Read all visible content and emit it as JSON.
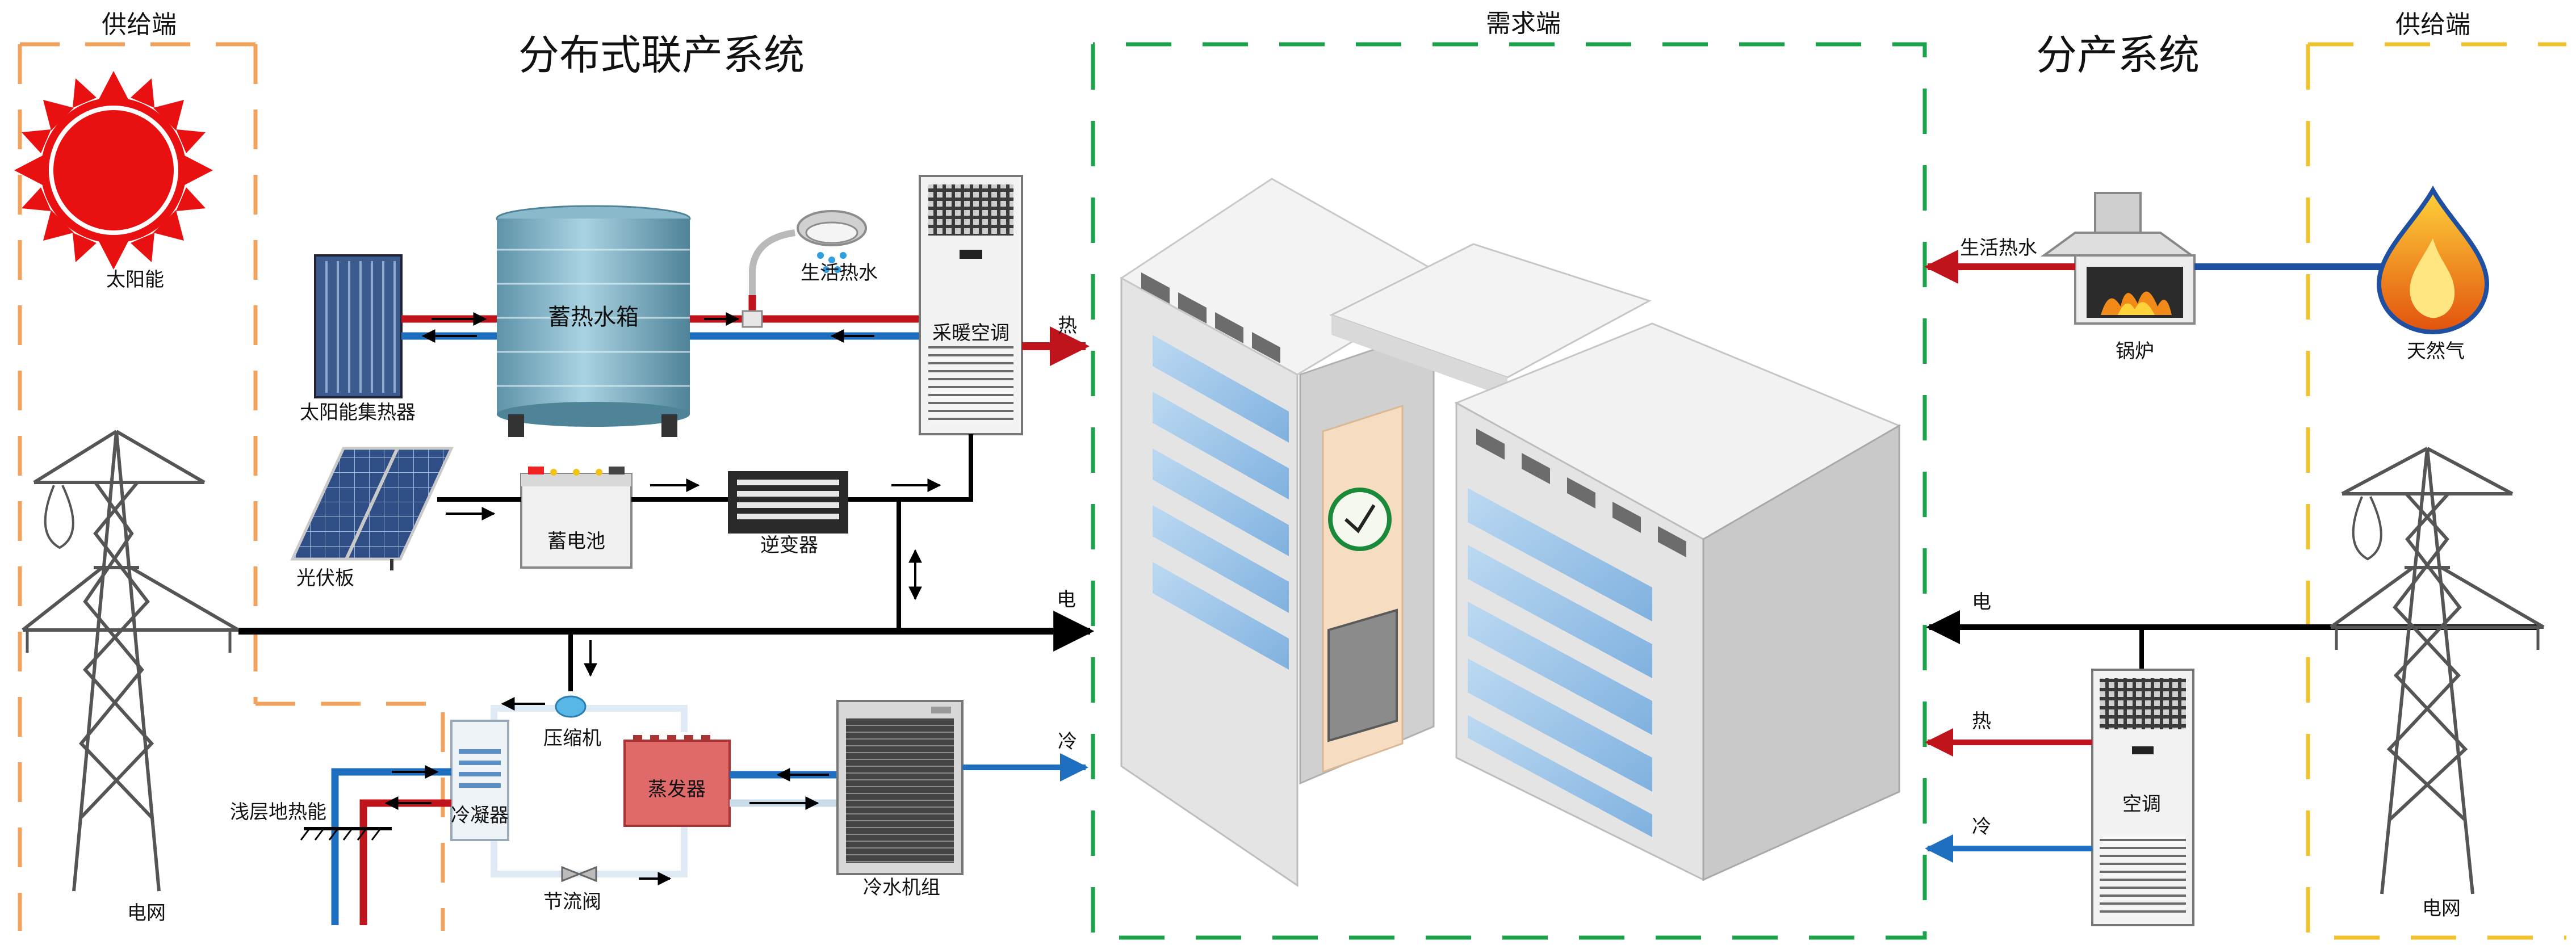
{
  "titles": {
    "supply_left": "供给端",
    "distributed": "分布式联产系统",
    "demand": "需求端",
    "separate": "分产系统",
    "supply_right": "供给端"
  },
  "labels": {
    "solar": "太阳能",
    "solar_collector": "太阳能集热器",
    "heat_storage_tank": "蓄热水箱",
    "domestic_hot_water": "生活热水",
    "heating_ac": "采暖空调",
    "heat": "热",
    "pv_panel": "光伏板",
    "battery": "蓄电池",
    "inverter": "逆变器",
    "electricity": "电",
    "grid_left": "电网",
    "compressor": "压缩机",
    "condenser": "冷凝器",
    "evaporator": "蒸发器",
    "shallow_geothermal": "浅层地热能",
    "throttle_valve": "节流阀",
    "chiller": "冷水机组",
    "cold": "冷",
    "boiler": "锅炉",
    "natural_gas": "天然气",
    "dhw_right": "生活热水",
    "electricity_right": "电",
    "heat_right": "热",
    "cold_right": "冷",
    "ac_right": "空调",
    "grid_right": "电网"
  },
  "colors": {
    "supply_border": "#f2a25c",
    "demand_border": "#1aa34a",
    "supply_right_border": "#f2c12e",
    "hot_pipe": "#c0141c",
    "cold_pipe": "#1f6fc1",
    "power_line": "#000000",
    "sun": "#e81010"
  }
}
